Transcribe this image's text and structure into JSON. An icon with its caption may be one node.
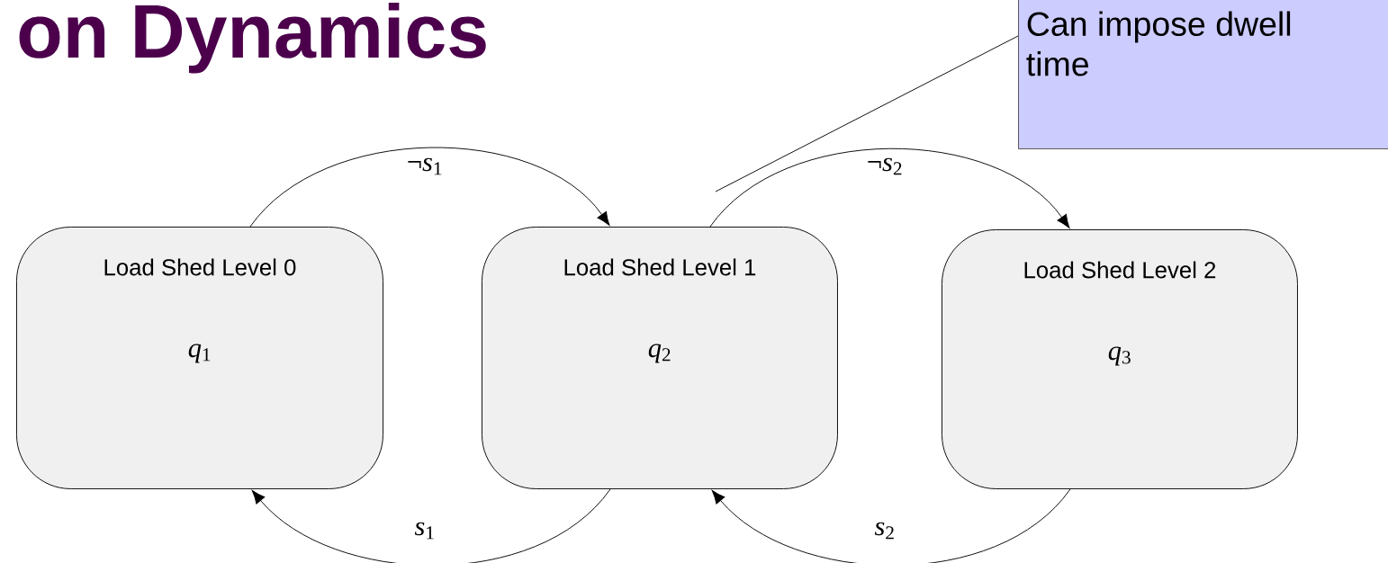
{
  "diagram": {
    "title": "on Dynamics",
    "nodes": [
      {
        "text": [
          "Load Shed Level 0",
          "*q*$_{1}$"
        ]
      },
      {
        "text": [
          "Load Shed Level 1",
          "*q*$_{2}$"
        ]
      },
      {
        "text": [
          "Load Shed Level 2",
          "*q*$_{3}$"
        ]
      },
      {
        "text": [
          "Can impose dwell time"
        ]
      }
    ],
    "edges": [
      {
        "from": 0,
        "to": 1,
        "arrow": "to",
        "label": "¬*s*$_{1}$"
      },
      {
        "from": 1,
        "to": 2,
        "arrow": "to",
        "label": "¬*s*$_{2}$"
      },
      {
        "from": 1,
        "to": 0,
        "arrow": "to",
        "label": "*s*$_{1}$"
      },
      {
        "from": 2,
        "to": 1,
        "arrow": "to",
        "label": "*s*$_{2}$"
      },
      {
        "from": 3,
        "to": null,
        "arrow": "none"
      }
    ]
  }
}
